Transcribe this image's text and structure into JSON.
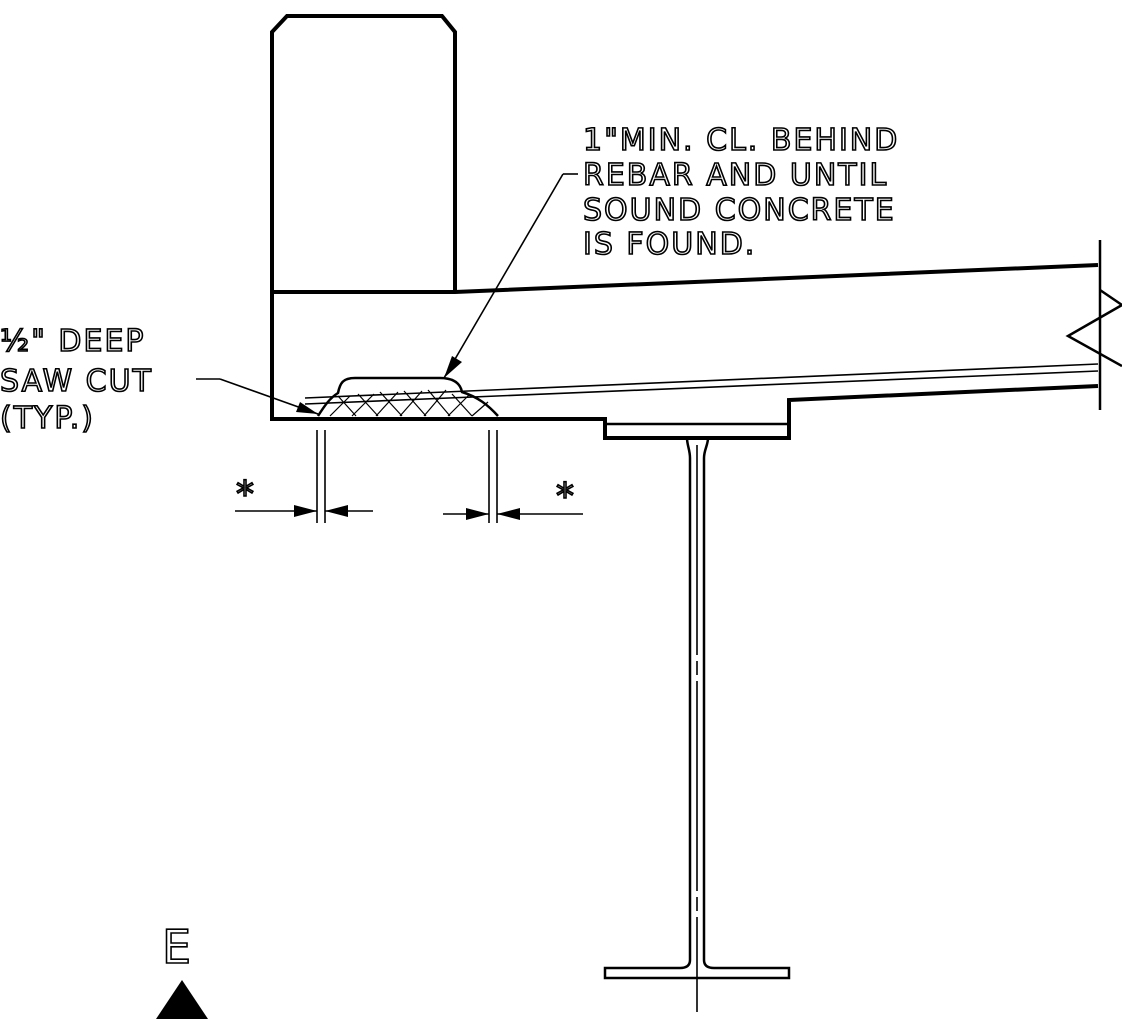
{
  "labels": {
    "cover_note": [
      "1\"MIN. CL. BEHIND",
      "REBAR AND UNTIL",
      "SOUND CONCRETE",
      "IS FOUND."
    ],
    "saw_cut": [
      "½\" DEEP",
      "SAW CUT",
      "(TYP.)"
    ],
    "asterisk_left": "*",
    "asterisk_right": "*",
    "section_mark": "E"
  }
}
